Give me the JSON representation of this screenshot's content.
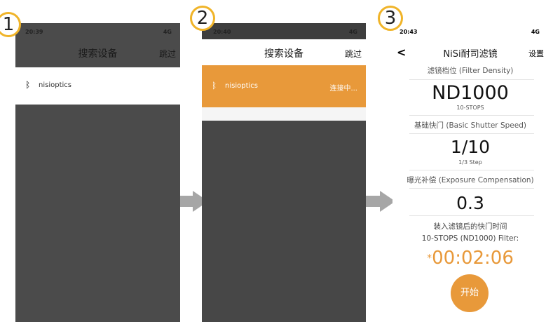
{
  "steps": [
    "1",
    "2",
    "3"
  ],
  "screen1": {
    "time": "20:39",
    "network": "4G",
    "title": "搜索设备",
    "skip": "跳过",
    "device": "nisioptics"
  },
  "screen2": {
    "time": "20:40",
    "network": "4G",
    "title": "搜索设备",
    "skip": "跳过",
    "device": "nisioptics",
    "status": "连接中..."
  },
  "screen3": {
    "time": "20:43",
    "network": "4G",
    "back": "<",
    "title": "NiSi耐司滤镜",
    "settings": "设置",
    "filter_label": "滤镜档位 (Filter Density)",
    "filter_value": "ND1000",
    "filter_sub": "10-STOPS",
    "shutter_label": "基础快门 (Basic Shutter Speed)",
    "shutter_value": "1/10",
    "shutter_sub": "1/3 Step",
    "exposure_label": "曝光补偿 (Exposure Compensation)",
    "exposure_value": "0.3",
    "result_label": "装入滤镜后的快门时间",
    "result_filter": "10-STOPS (ND1000) Filter:",
    "result_time": "00:02:06",
    "start": "开始"
  },
  "colors": {
    "accent": "#e8993a",
    "overlay": "#4b4b4b",
    "step_ring": "#f0b429"
  }
}
